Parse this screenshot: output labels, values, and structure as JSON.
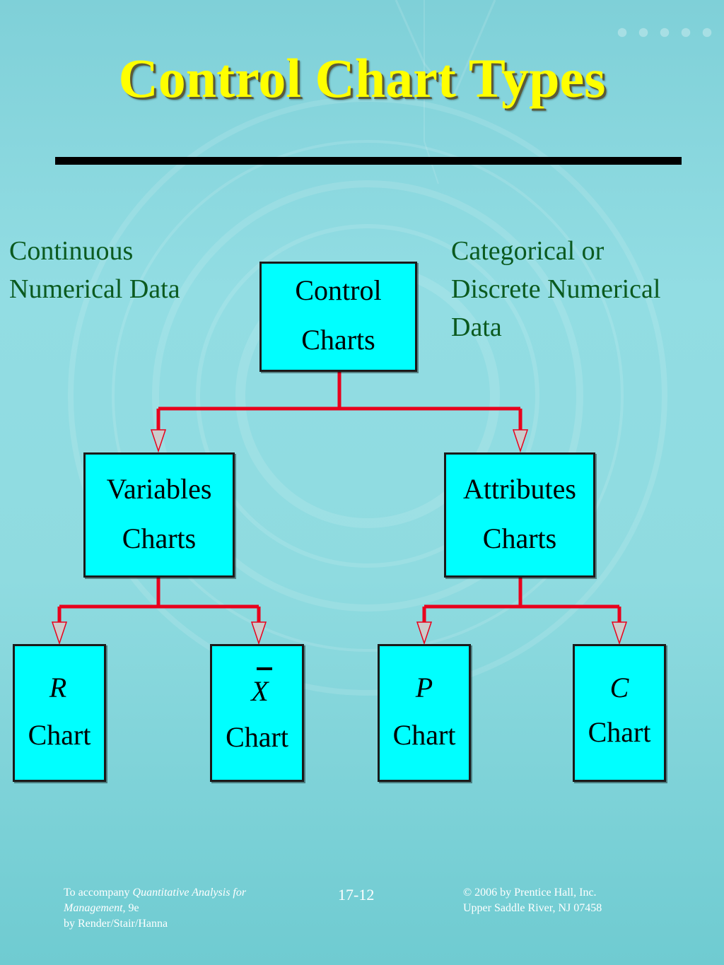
{
  "slide": {
    "title": "Control Chart Types",
    "note_left": [
      "Continuous",
      "Numerical Data"
    ],
    "note_right": [
      "Categorical or",
      "Discrete Numerical",
      "Data"
    ]
  },
  "diagram": {
    "root": {
      "line1": "Control",
      "line2": "Charts"
    },
    "variables": {
      "line1": "Variables",
      "line2": "Charts"
    },
    "attributes": {
      "line1": "Attributes",
      "line2": "Charts"
    },
    "r_chart": {
      "symbol": "R",
      "label": "Chart"
    },
    "xbar_chart": {
      "symbol": "X",
      "label": "Chart"
    },
    "p_chart": {
      "symbol": "P",
      "label": "Chart"
    },
    "c_chart": {
      "symbol": "C",
      "label": "Chart"
    }
  },
  "footer": {
    "left_prefix": "To accompany ",
    "left_book": "Quantitative Analysis for Management,",
    "left_edition": " 9e",
    "left_authors": "by Render/Stair/Hanna",
    "page": "17-12",
    "right_line1": "© 2006 by Prentice Hall, Inc.",
    "right_line2": "Upper Saddle River,  NJ 07458"
  },
  "colors": {
    "box_fill": "#00ffff",
    "connector": "#e8001c",
    "arrowhead": "#cccccc",
    "title": "#ffff00",
    "note_text": "#0b5a1f"
  }
}
